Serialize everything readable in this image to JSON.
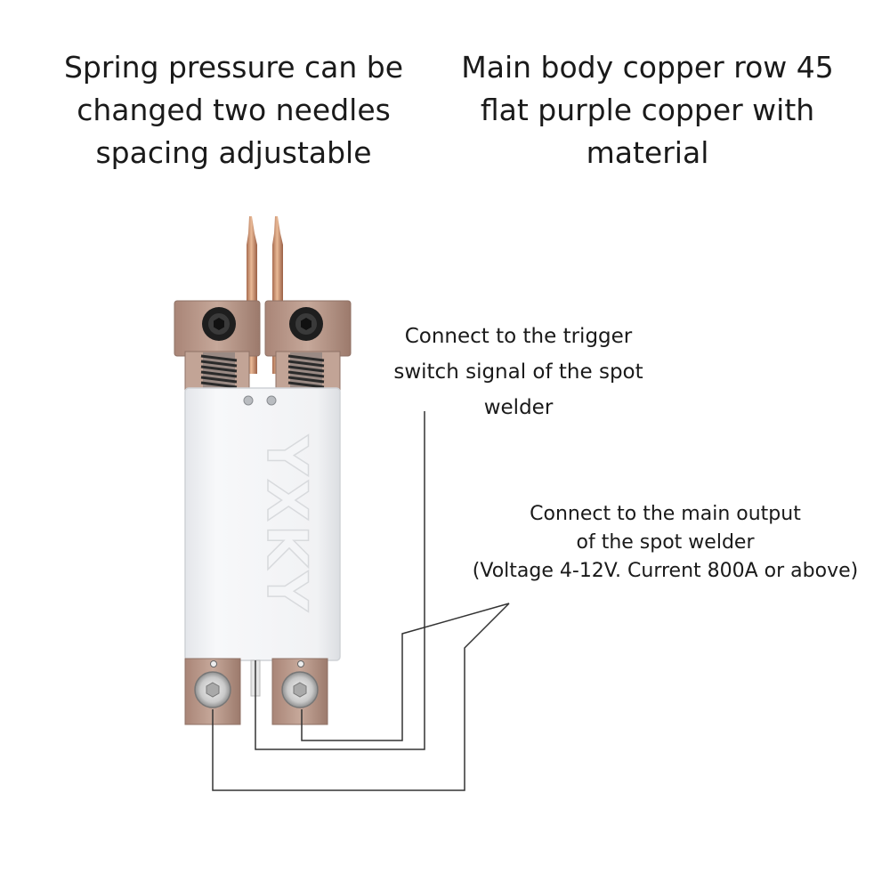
{
  "captions": {
    "spring": "Spring pressure can be\nchanged two needles\nspacing adjustable",
    "body": "Main body copper row 45\nflat purple copper with\nmaterial"
  },
  "callouts": {
    "trigger": "Connect to the trigger\nswitch signal of the spot\nwelder",
    "output": "Connect to the main output\nof the spot welder\n(Voltage 4-12V. Current 800A or above)"
  },
  "device": {
    "brand": "YXKY",
    "colors": {
      "copper": "#b8988a",
      "copper_dark": "#8f7266",
      "needle": "#c98f6e",
      "housing": "#f2f3f5",
      "wire": "#333333"
    }
  }
}
